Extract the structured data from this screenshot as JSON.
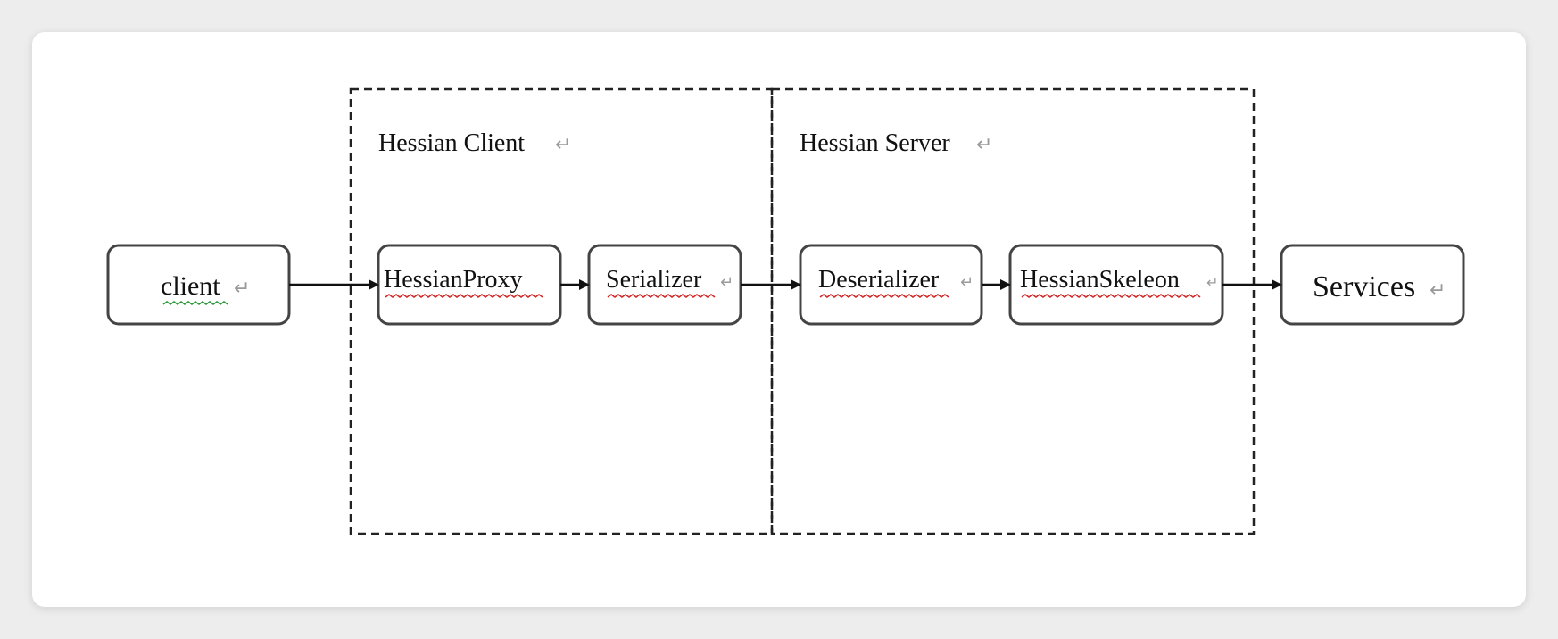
{
  "groups": {
    "client_group": {
      "title": "Hessian Client"
    },
    "server_group": {
      "title": "Hessian Server"
    }
  },
  "nodes": {
    "client": "client",
    "hessian_proxy": "HessianProxy",
    "serializer": "Serializer",
    "deserializer": "Deserializer",
    "hessian_skeleton": "HessianSkeleon",
    "services": "Services"
  },
  "paragraph_mark": "↵",
  "colors": {
    "stroke": "#333333",
    "spell_error": "#d22a2a",
    "grammar_error": "#2f9a3a"
  }
}
